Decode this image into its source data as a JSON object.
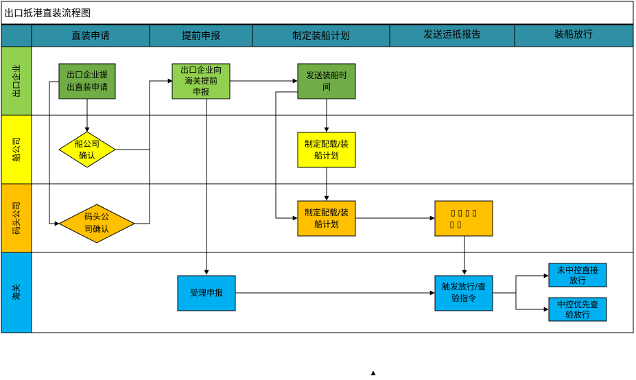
{
  "title": "出口抵港直装流程图",
  "columns": [
    "直装申请",
    "提前申报",
    "制定装船计划",
    "发送运抵报告",
    "装船放行"
  ],
  "lanes": [
    "出口企业",
    "船公司",
    "码头公司",
    "海关"
  ],
  "colors": {
    "header_bg": "#2f8fa4",
    "lane_export": "#92d050",
    "lane_ship": "#ffff00",
    "lane_terminal": "#ffc000",
    "lane_customs": "#00b0f0",
    "node_dark_green": "#70ad47",
    "node_light_green": "#92d050",
    "node_yellow": "#ffff00",
    "node_orange": "#ffc000",
    "node_blue": "#00b0f0",
    "line": "#000000"
  },
  "nodes": {
    "n1": [
      "出口企业提",
      "出直装申请"
    ],
    "n2": [
      "船公司",
      "确认"
    ],
    "n3": [
      "码头公",
      "司确认"
    ],
    "n4": [
      "出口企业向",
      "海关提前",
      "申报"
    ],
    "n5": [
      "受理申报"
    ],
    "n6": [
      "发送装船时",
      "间"
    ],
    "n7": [
      "制定配载/装",
      "船计划"
    ],
    "n8": [
      "制定配载/装",
      "船计划"
    ],
    "n9": [
      "▯ ▯ ▯ ▯",
      "▯ ▯"
    ],
    "n10": [
      "触发放行/查",
      "验指令"
    ],
    "n11": [
      "未中控直接",
      "放行"
    ],
    "n12": [
      "中控优先查",
      "验放行"
    ]
  },
  "footer_mark": "▲"
}
